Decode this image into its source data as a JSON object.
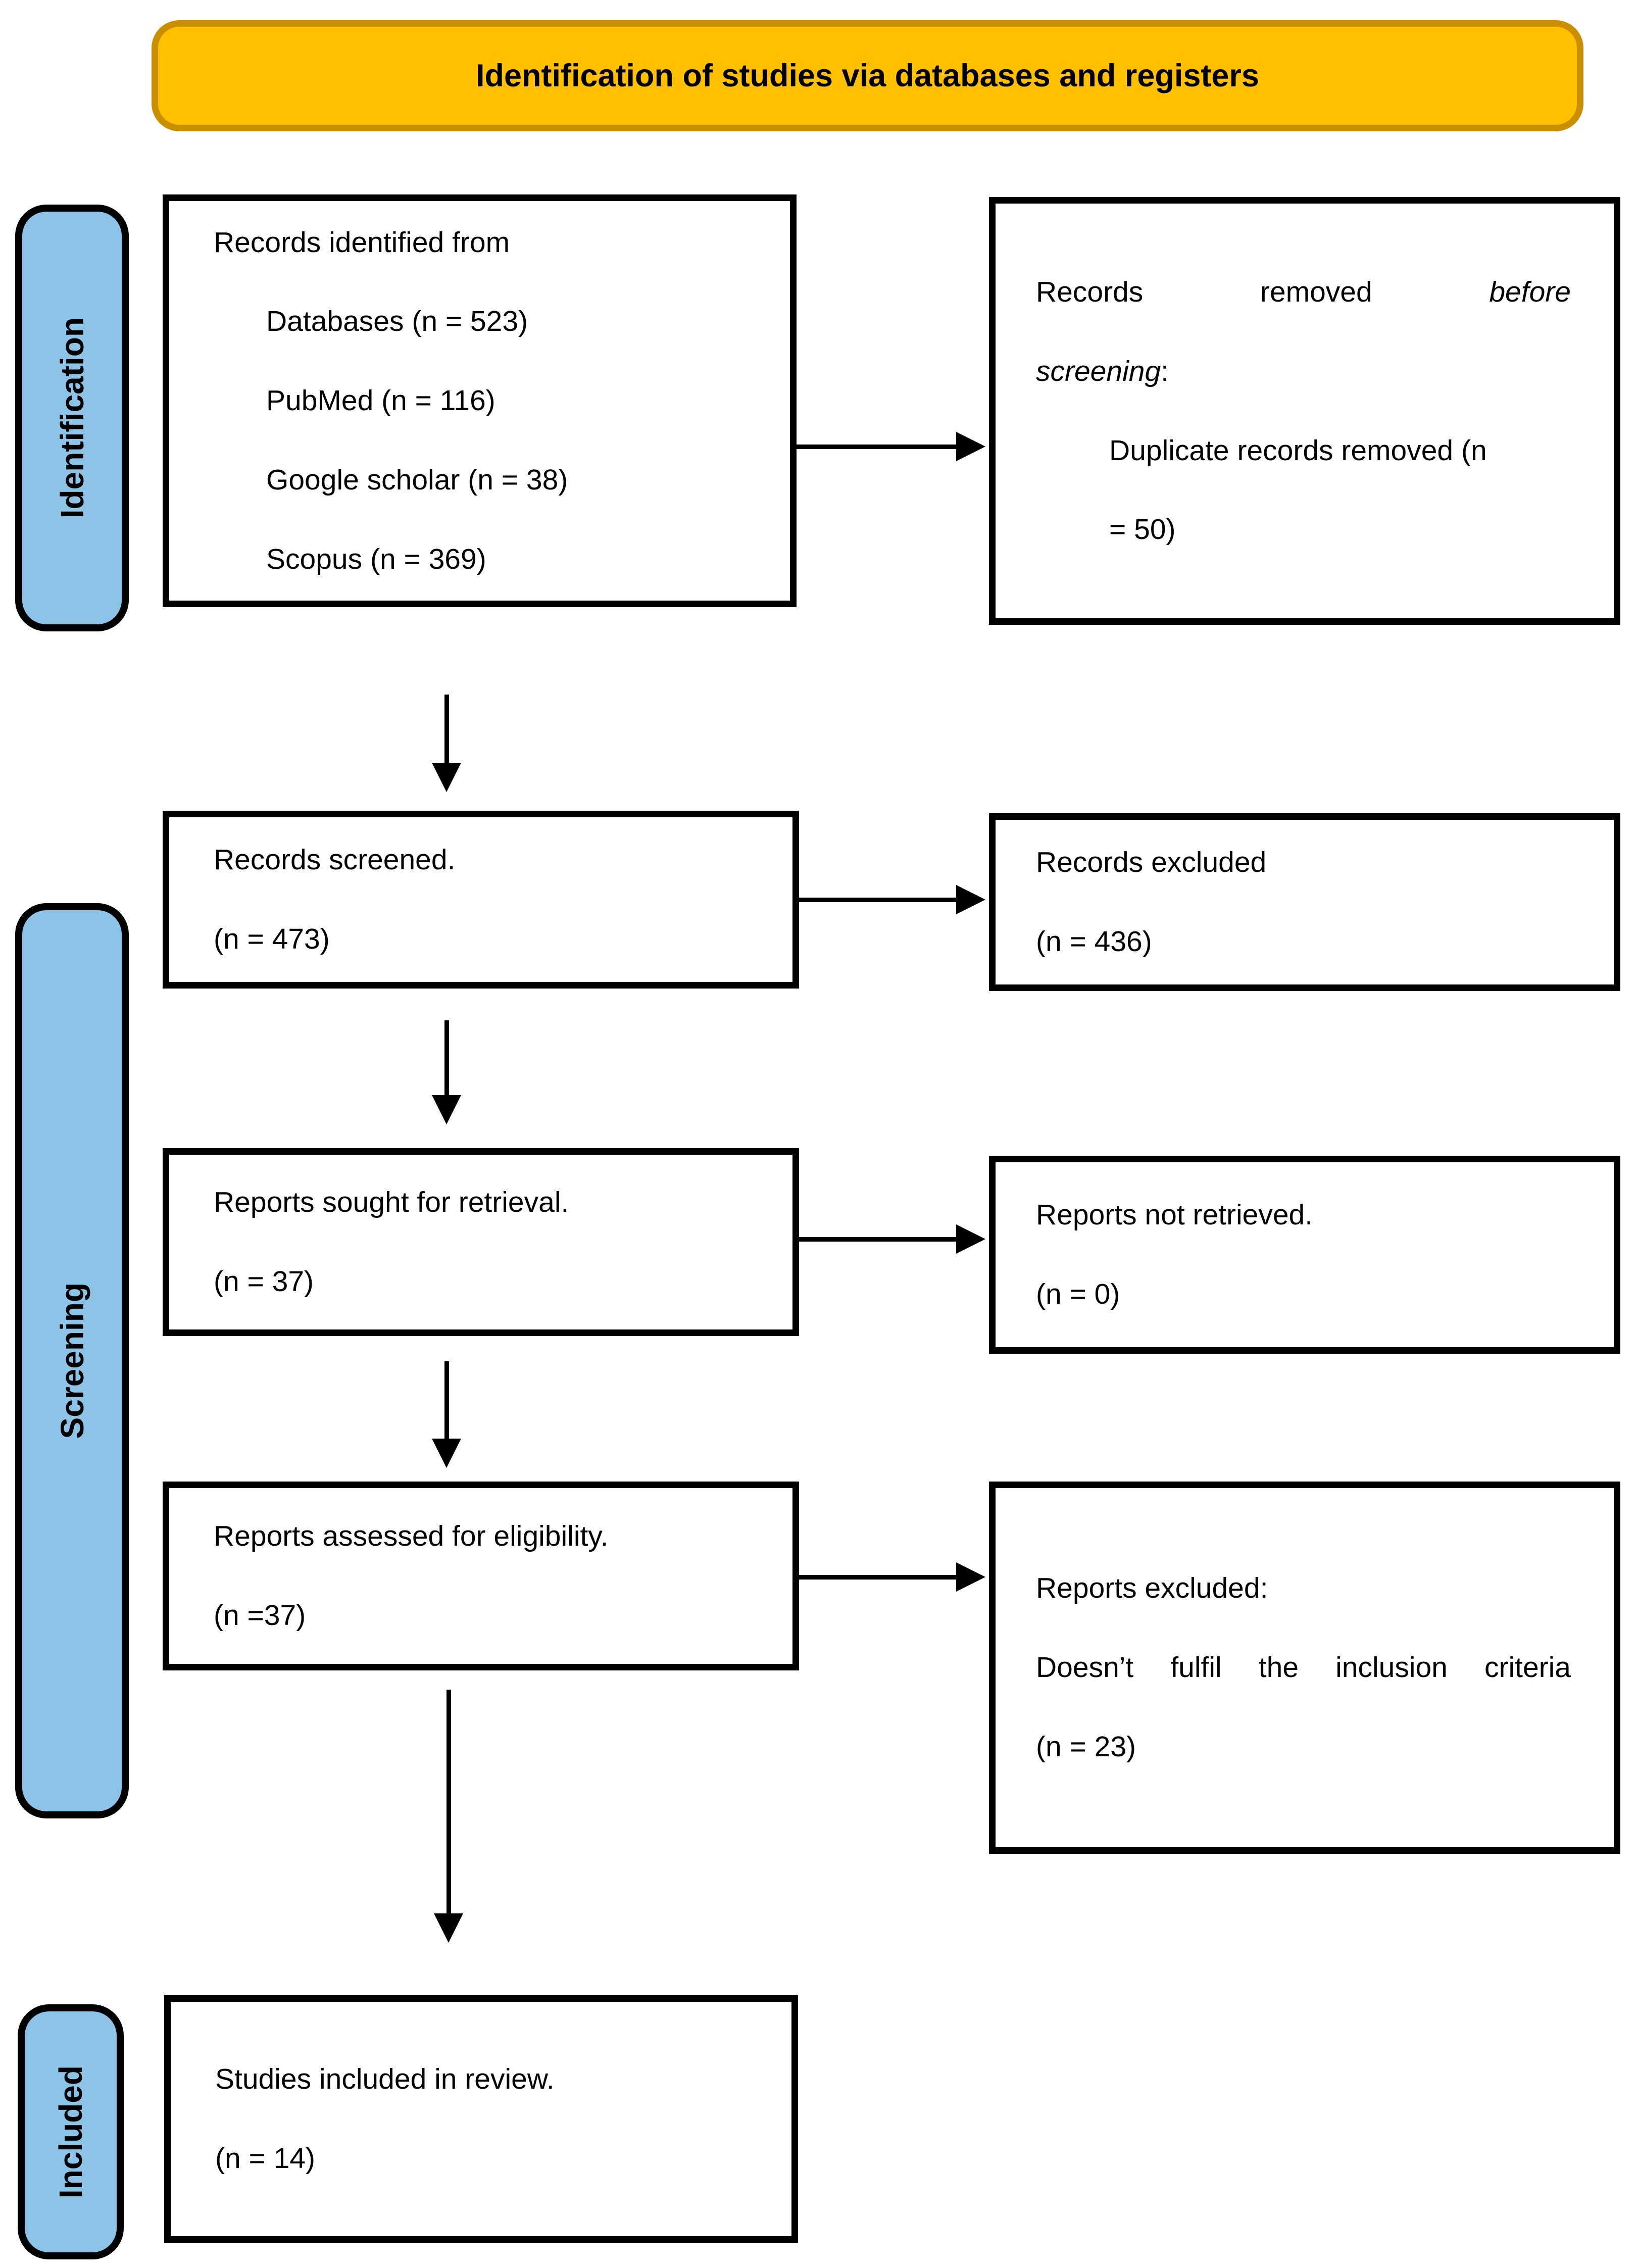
{
  "banner": {
    "title": "Identification of studies via databases and registers"
  },
  "sidebar": {
    "identification_label": "Identification",
    "screening_label": "Screening",
    "included_label": "Included"
  },
  "boxes": {
    "records_identified": {
      "line1": "Records identified from",
      "items": [
        "Databases (n = 523)",
        "PubMed (n = 116)",
        "Google scholar (n = 38)",
        "Scopus (n = 369)"
      ]
    },
    "records_removed": {
      "justified_line": {
        "w1": "Records",
        "w2": "removed",
        "w3": "before"
      },
      "line2_word": "screening",
      "line2_colon": ":",
      "items": [
        "Duplicate records removed (n",
        "= 50)"
      ]
    },
    "records_screened": {
      "line1": "Records screened.",
      "line2": "(n = 473)"
    },
    "records_excluded": {
      "line1": "Records excluded",
      "line2": "(n = 436)"
    },
    "reports_sought": {
      "line1": "Reports sought for retrieval.",
      "line2": "(n = 37)"
    },
    "reports_not_retrieved": {
      "line1": "Reports not retrieved.",
      "line2": "(n = 0)"
    },
    "reports_assessed": {
      "line1": "Reports assessed for eligibility.",
      "line2": "(n =37)"
    },
    "reports_excluded": {
      "line1": "Reports excluded:",
      "line2": "Doesn’t fulfil the inclusion criteria",
      "line3": "(n = 23)"
    },
    "studies_included": {
      "line1": "Studies included in review.",
      "line2": "(n = 14)"
    }
  },
  "colors": {
    "banner_fill": "#FFC000",
    "banner_border": "#C98F00",
    "tab_fill": "#8CC3E6",
    "line_color": "#000000"
  }
}
